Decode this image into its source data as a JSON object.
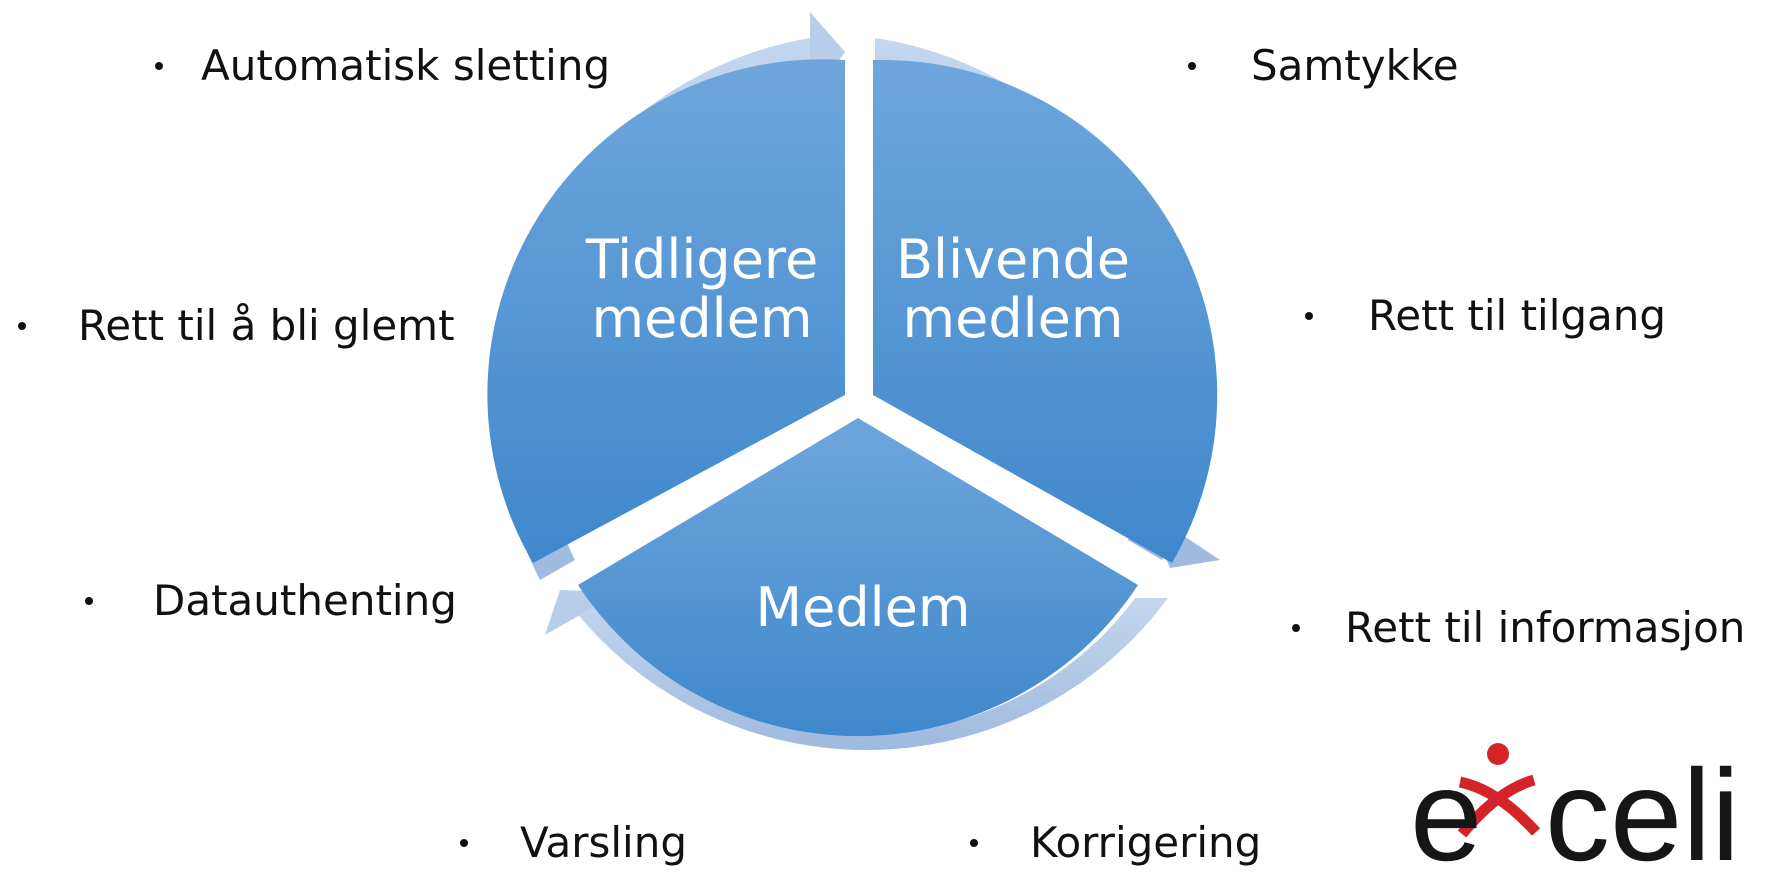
{
  "segments": [
    {
      "label_line1": "Tidligere",
      "label_line2": "medlem"
    },
    {
      "label_line1": "Blivende",
      "label_line2": "medlem"
    },
    {
      "label_line1": "Medlem"
    }
  ],
  "bullets_left": [
    "Automatisk sletting",
    "Rett til å bli glemt",
    "Datauthenting"
  ],
  "bullets_right": [
    "Samtykke",
    "Rett til tilgang",
    "Rett til informasjon"
  ],
  "bullets_bottom": [
    "Varsling",
    "Korrigering"
  ],
  "logo": {
    "text": "exceli",
    "accent_color": "#d4242a"
  },
  "colors": {
    "segment_top": "#6ea6dc",
    "segment_bottom": "#3f88cc",
    "ring": "#b7cdea"
  }
}
